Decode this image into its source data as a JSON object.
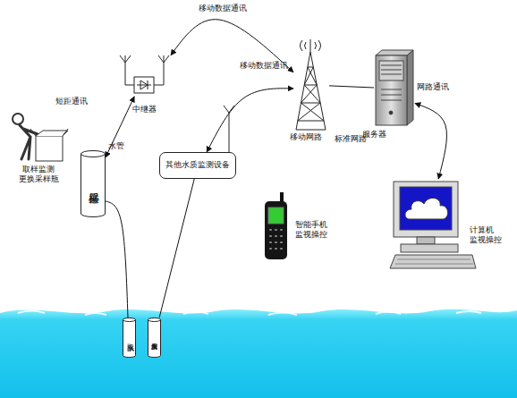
{
  "diagram": {
    "nodes": [
      {
        "text": [
          "取样监测 更换采样瓶"
        ]
      },
      {
        "text": [
          "中继器"
        ]
      },
      {
        "text": [
          "移动网路"
        ]
      },
      {
        "text": [
          "服务器"
        ]
      },
      {
        "text": [
          "采样器"
        ]
      },
      {
        "text": [
          "其他水质监测设备"
        ]
      },
      {
        "text": [
          "智能手机 监视操控"
        ]
      },
      {
        "text": [
          "计算机 监视操控"
        ]
      },
      {
        "text": [
          "取水头"
        ]
      },
      {
        "text": [
          "水质探测头"
        ]
      }
    ],
    "edges": [
      {
        "from": 4,
        "to": 1,
        "arrow": "both",
        "label": "短距通讯"
      },
      {
        "from": 1,
        "to": 2,
        "arrow": "both",
        "label": "移动数据通讯"
      },
      {
        "from": 5,
        "to": 2,
        "arrow": "both",
        "label": "移动数据通讯"
      },
      {
        "from": 2,
        "to": 3,
        "arrow": "none",
        "label": "标准网路"
      },
      {
        "from": 3,
        "to": 7,
        "arrow": "both",
        "label": "网路通讯"
      },
      {
        "from": 4,
        "to": 8,
        "arrow": "none",
        "label": "水管"
      },
      {
        "from": 5,
        "to": 9,
        "arrow": "none"
      }
    ]
  }
}
